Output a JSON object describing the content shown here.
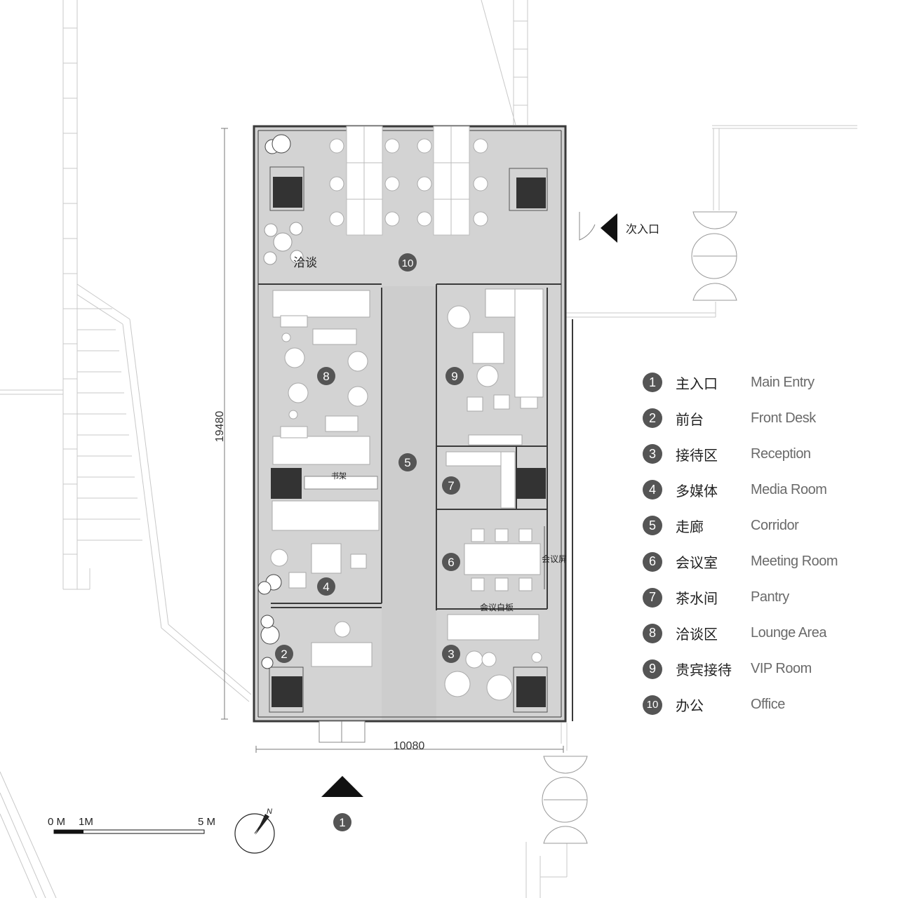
{
  "plan": {
    "dimensions": {
      "width": "10080",
      "height": "19480"
    },
    "entrance_secondary": "次入口",
    "room_labels": {
      "lounge": "洽谈",
      "bookshelf": "书架",
      "meeting_screen": "会议屏",
      "whiteboard": "会议白板"
    },
    "room_markers": [
      "1",
      "2",
      "3",
      "4",
      "5",
      "6",
      "7",
      "8",
      "9",
      "10"
    ],
    "scale_bar": {
      "labels": [
        "0 M",
        "1M",
        "5 M"
      ]
    },
    "north": "N",
    "colors": {
      "floor": "#d3d3d3",
      "wall": "#3a3a3a",
      "marker": "#555555",
      "dark_block": "#333333"
    }
  },
  "legend": [
    {
      "num": "1",
      "zh": "主入口",
      "en": "Main Entry"
    },
    {
      "num": "2",
      "zh": "前台",
      "en": "Front Desk"
    },
    {
      "num": "3",
      "zh": "接待区",
      "en": "Reception"
    },
    {
      "num": "4",
      "zh": "多媒体",
      "en": "Media Room"
    },
    {
      "num": "5",
      "zh": "走廊",
      "en": "Corridor"
    },
    {
      "num": "6",
      "zh": "会议室",
      "en": "Meeting Room"
    },
    {
      "num": "7",
      "zh": "茶水间",
      "en": "Pantry"
    },
    {
      "num": "8",
      "zh": "洽谈区",
      "en": "Lounge Area"
    },
    {
      "num": "9",
      "zh": "贵宾接待",
      "en": "VIP Room"
    },
    {
      "num": "10",
      "zh": "办公",
      "en": "Office"
    }
  ]
}
